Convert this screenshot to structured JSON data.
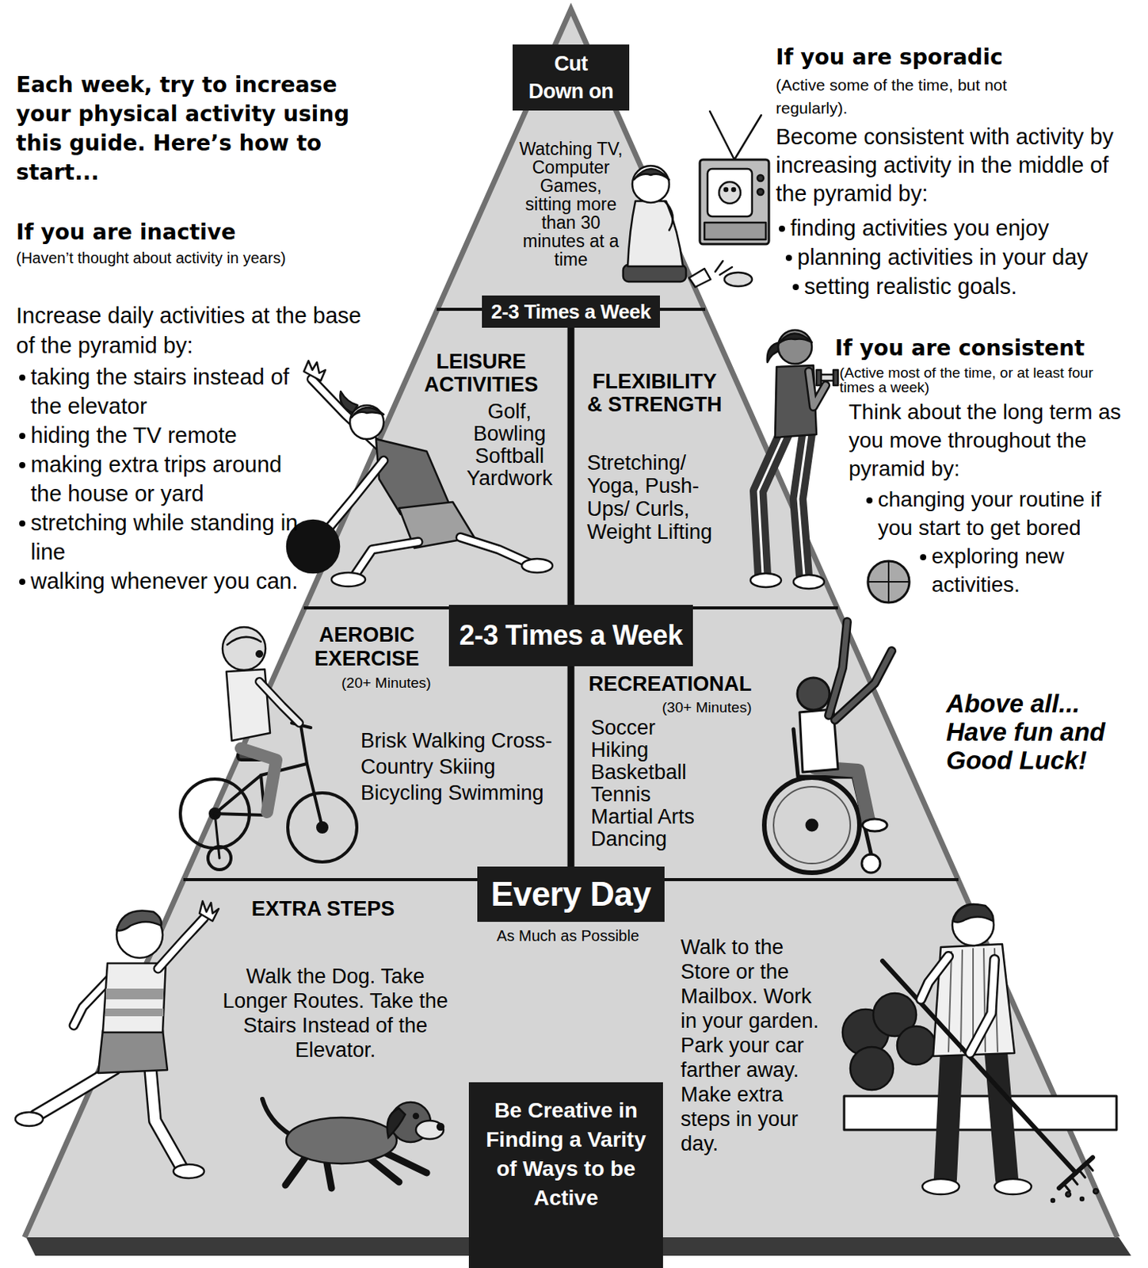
{
  "diagram": {
    "title": "Each week, try to increase your physical activity using this guide. Here’s how to start...",
    "nodes": [
      {
        "text": [
          "Cut Down on",
          "Watching TV, Computer Games, sitting more than 30 minutes at a time"
        ]
      },
      {
        "text": [
          "2-3 Times a Week"
        ]
      },
      {
        "text": [
          "LEISURE ACTIVITIES",
          "Golf, Bowling Softball Yardwork"
        ],
        "in": 1
      },
      {
        "text": [
          "FLEXIBILITY & STRENGTH",
          "Stretching/ Yoga, Push-Ups/ Curls, Weight Lifting"
        ],
        "in": 1
      },
      {
        "text": [
          "2-3 Times a Week"
        ]
      },
      {
        "text": [
          "AEROBIC EXERCISE",
          "(20+ Minutes)",
          "Brisk Walking Cross-Country Skiing Bicycling Swimming"
        ],
        "in": 4
      },
      {
        "text": [
          "RECREATIONAL",
          "(30+ Minutes)",
          "Soccer Hiking Basketball Tennis Martial Arts Dancing"
        ],
        "in": 4
      },
      {
        "text": [
          "Every Day",
          "As Much as Possible",
          "EXTRA STEPS",
          "Walk the Dog. Take Longer Routes. Take the Stairs Instead of the Elevator.",
          "Walk to the Store or the Mailbox. Work in your garden. Park your car farther away. Make extra steps in your day."
        ]
      },
      {
        "text": [
          "Be Creative in Finding a Varity of Ways to be Active"
        ],
        "in": 7
      }
    ],
    "labels": [
      "If you are inactive",
      "(Haven’t thought about activity in years)",
      "Increase daily activities at the base of the pyramid by:",
      "taking the stairs instead of the elevator",
      "hiding the TV remote",
      "making extra trips around the house or yard",
      "stretching while standing in line",
      "walking whenever you can.",
      "If you are sporadic",
      "(Active some of the time, but not regularly).",
      "Become consistent with activity by increasing activity in the middle of the pyramid by:",
      "finding activities you enjoy",
      "planning activities in your day",
      "setting realistic goals.",
      "If you are consistent",
      "(Active most of the time, or at least four times a week)",
      "Think about the long term as you move throughout the pyramid by:",
      "changing your routine if you start to get bored",
      "exploring new activities.",
      "Above all... Have fun and Good Luck!"
    ]
  }
}
